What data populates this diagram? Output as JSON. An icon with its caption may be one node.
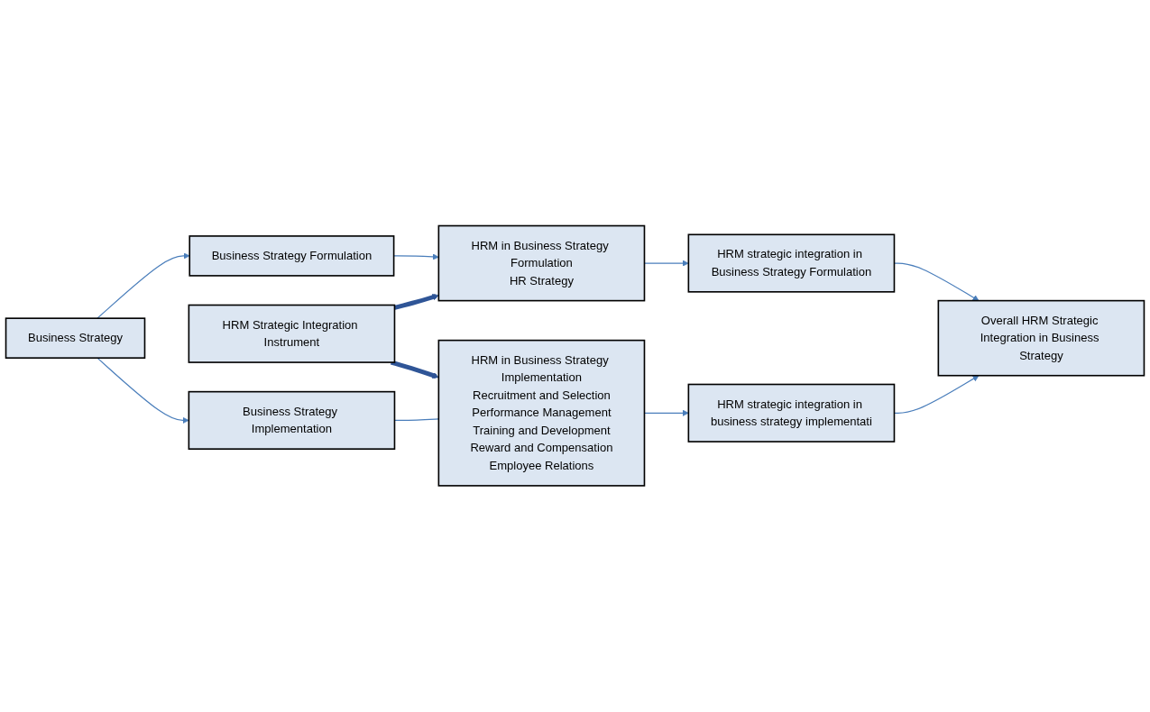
{
  "diagram": {
    "nodes": [
      {
        "text": [
          "Business Strategy Formulation"
        ]
      },
      {
        "text": [
          "HRM in Business Strategy Formulation",
          "HR Strategy"
        ]
      },
      {
        "text": [
          "HRM strategic integration in Business Strategy Formulation"
        ]
      },
      {
        "text": [
          "HRM Strategic Integration Instrument"
        ]
      },
      {
        "text": [
          "Business Strategy"
        ]
      },
      {
        "text": [
          "Overall HRM Strategic Integration in Business Strategy"
        ]
      },
      {
        "text": [
          "HRM strategic integration in business strategy implementati"
        ]
      },
      {
        "text": [
          "Business Strategy Implementation"
        ]
      },
      {
        "text": [
          "HRM in Business Strategy Implementation",
          "Recruitment and Selection",
          "Performance Management",
          "Training and Development",
          "Reward and Compensation",
          "Employee Relations"
        ]
      }
    ],
    "edges": [
      {
        "from": 0,
        "to": 1,
        "arrow": "to"
      },
      {
        "from": 1,
        "to": 2,
        "arrow": "to"
      },
      {
        "from": 2,
        "to": 5,
        "arrow": "to"
      },
      {
        "from": 4,
        "to": 0,
        "arrow": "to"
      },
      {
        "from": 4,
        "to": 7,
        "arrow": "to"
      },
      {
        "from": 3,
        "to": 1,
        "arrow": "to",
        "style": "thick"
      },
      {
        "from": 3,
        "to": 8,
        "arrow": "to",
        "style": "thick"
      },
      {
        "from": 7,
        "to": 8,
        "arrow": "none"
      },
      {
        "from": 8,
        "to": 6,
        "arrow": "to"
      },
      {
        "from": 6,
        "to": 5,
        "arrow": "to"
      }
    ]
  }
}
